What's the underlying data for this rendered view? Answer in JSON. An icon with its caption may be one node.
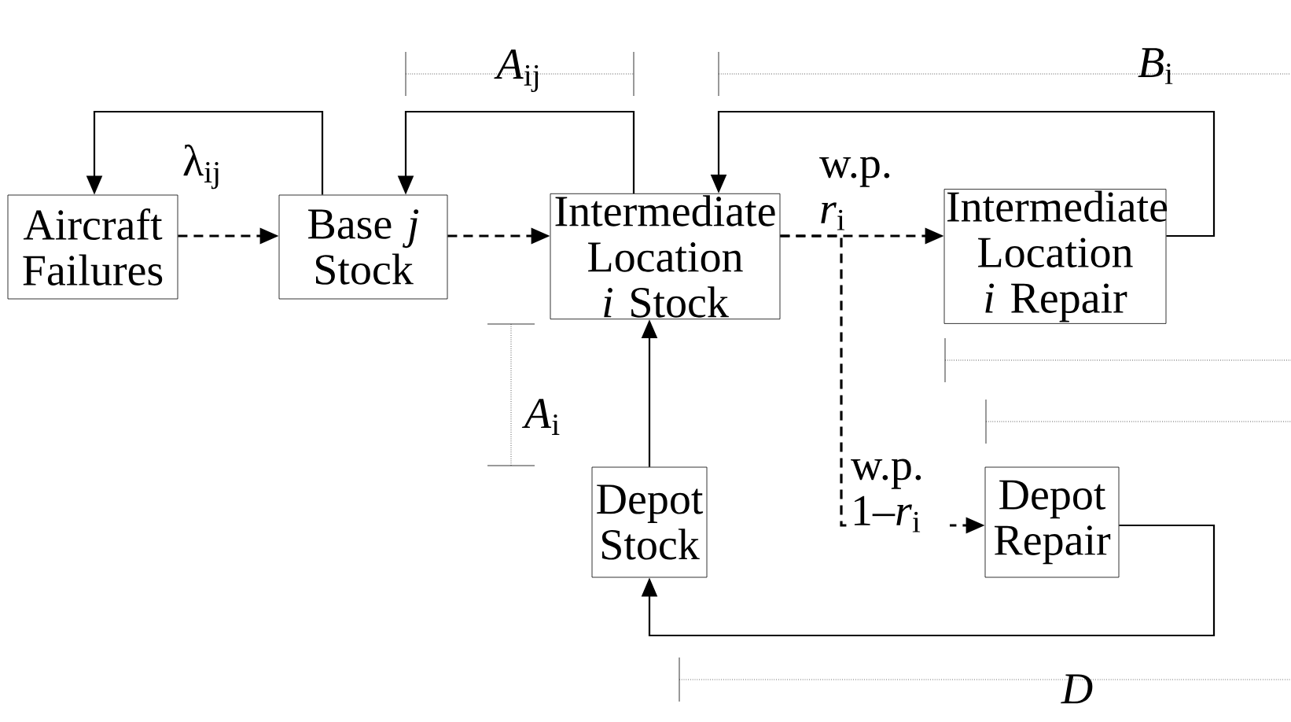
{
  "diagram": {
    "nodes": [
      {
        "text": [
          "Aircraft Failures"
        ]
      },
      {
        "text": [
          "Base *j* Stock"
        ]
      },
      {
        "text": [
          "Intermediate Location *i* Stock"
        ]
      },
      {
        "text": [
          "Intermediate Location *i* Repair"
        ]
      },
      {
        "text": [
          "Depot Stock"
        ]
      },
      {
        "text": [
          "Depot Repair"
        ]
      }
    ],
    "edges": [
      {
        "from": 0,
        "to": 1,
        "arrow": "to",
        "style": "dashed",
        "label": "λ$_{ij}$"
      },
      {
        "from": 1,
        "to": 0,
        "arrow": "to"
      },
      {
        "from": 1,
        "to": 2,
        "arrow": "to",
        "style": "dashed"
      },
      {
        "from": 2,
        "to": 1,
        "arrow": "to"
      },
      {
        "from": 2,
        "to": 3,
        "arrow": "to",
        "style": "dashed",
        "label": "w.p. *r*$_{i}$"
      },
      {
        "from": 2,
        "to": 5,
        "arrow": "to",
        "style": "dashed",
        "label": "w.p. 1–*r*$_{i}$"
      },
      {
        "from": 3,
        "to": 2,
        "arrow": "to"
      },
      {
        "from": 4,
        "to": 2,
        "arrow": "to"
      },
      {
        "from": 5,
        "to": 4,
        "arrow": "to"
      }
    ],
    "labels": [
      "*A*$_{ij}$",
      "*B*$_{i}$",
      "*A*$_{i}$",
      "*D*"
    ]
  }
}
